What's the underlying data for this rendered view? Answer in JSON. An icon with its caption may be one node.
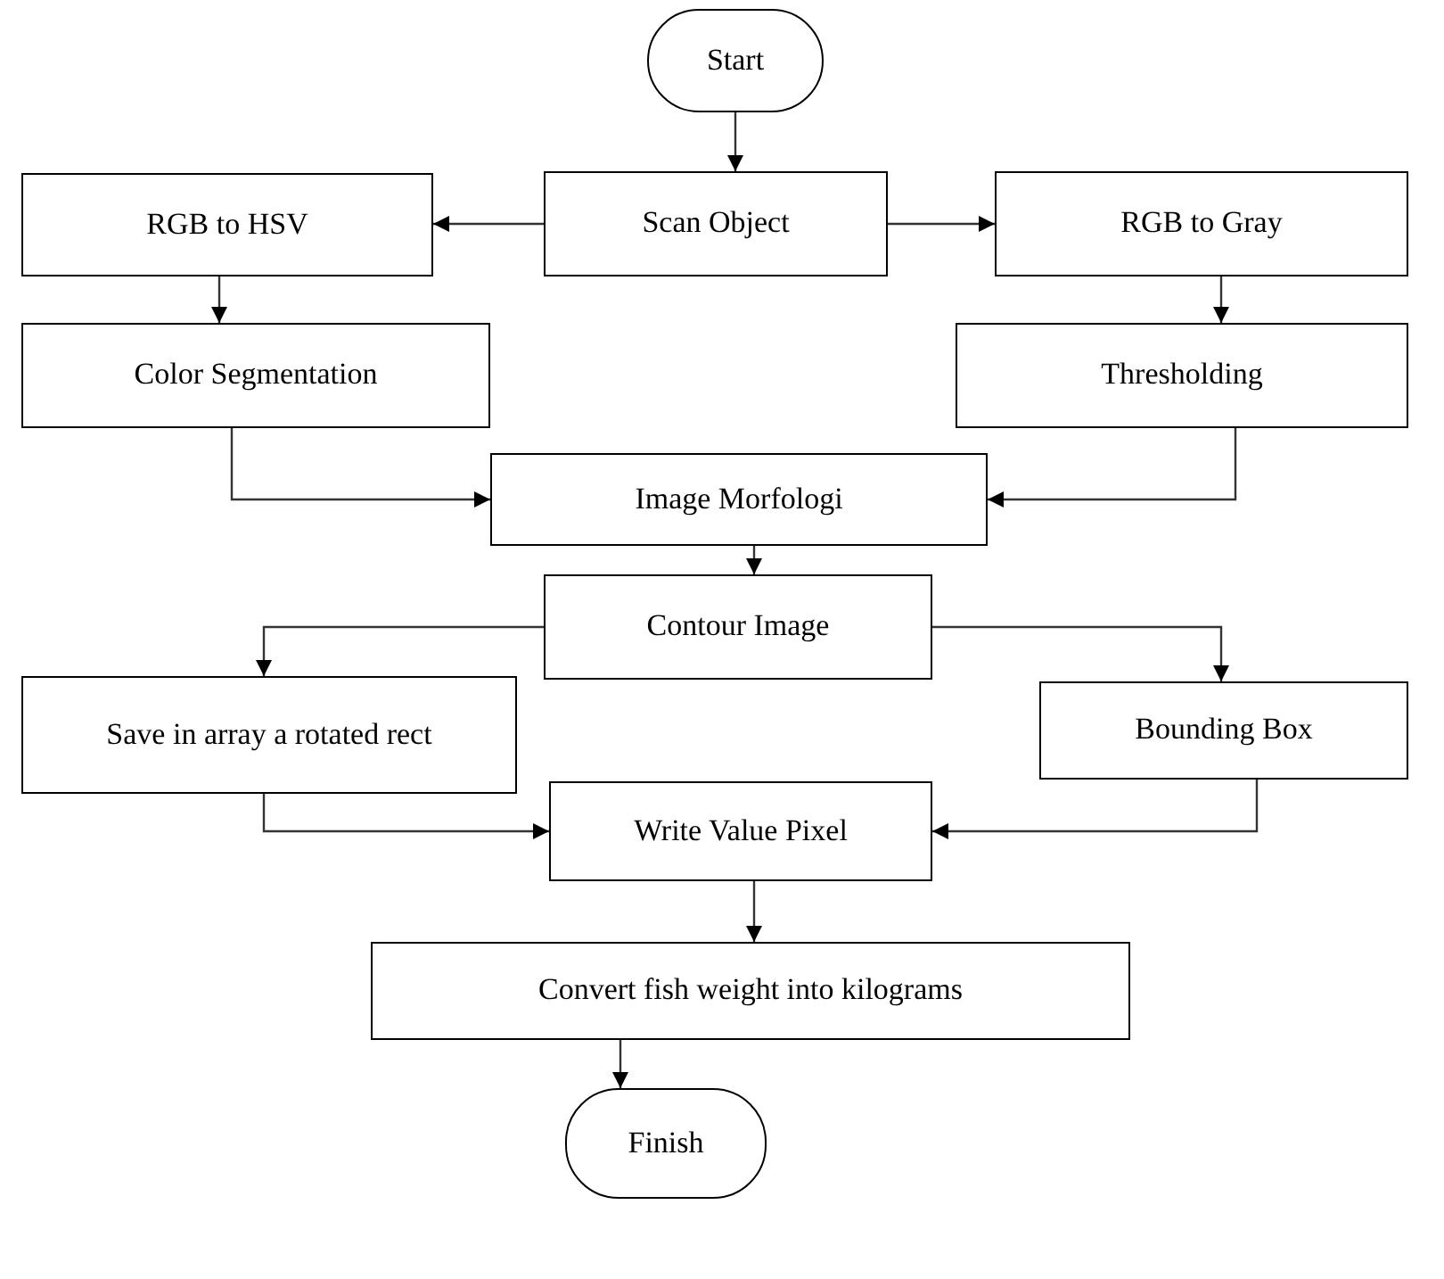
{
  "diagram": {
    "nodes": [
      {
        "text": [
          "Start"
        ]
      },
      {
        "text": [
          "Scan Object"
        ]
      },
      {
        "text": [
          "RGB to HSV"
        ]
      },
      {
        "text": [
          "RGB to Gray"
        ]
      },
      {
        "text": [
          "Color Segmentation"
        ]
      },
      {
        "text": [
          "Thresholding"
        ]
      },
      {
        "text": [
          "Image Morfologi"
        ]
      },
      {
        "text": [
          "Contour Image"
        ]
      },
      {
        "text": [
          "Save in array a rotated rect"
        ]
      },
      {
        "text": [
          "Bounding Box"
        ]
      },
      {
        "text": [
          "Write Value Pixel"
        ]
      },
      {
        "text": [
          "Convert fish weight into kilograms"
        ]
      },
      {
        "text": [
          "Finish"
        ]
      }
    ],
    "edges": [
      {
        "from": 0,
        "to": 1,
        "arrow": "to"
      },
      {
        "from": 1,
        "to": 2,
        "arrow": "to"
      },
      {
        "from": 1,
        "to": 3,
        "arrow": "to"
      },
      {
        "from": 2,
        "to": 4,
        "arrow": "to"
      },
      {
        "from": 3,
        "to": 5,
        "arrow": "to"
      },
      {
        "from": 4,
        "to": 6,
        "arrow": "to"
      },
      {
        "from": 5,
        "to": 6,
        "arrow": "to"
      },
      {
        "from": 6,
        "to": 7,
        "arrow": "to"
      },
      {
        "from": 7,
        "to": 8,
        "arrow": "to"
      },
      {
        "from": 7,
        "to": 9,
        "arrow": "to"
      },
      {
        "from": 8,
        "to": 10,
        "arrow": "to"
      },
      {
        "from": 9,
        "to": 10,
        "arrow": "to"
      },
      {
        "from": 10,
        "to": 11,
        "arrow": "to"
      },
      {
        "from": 11,
        "to": 12,
        "arrow": "to"
      }
    ]
  }
}
